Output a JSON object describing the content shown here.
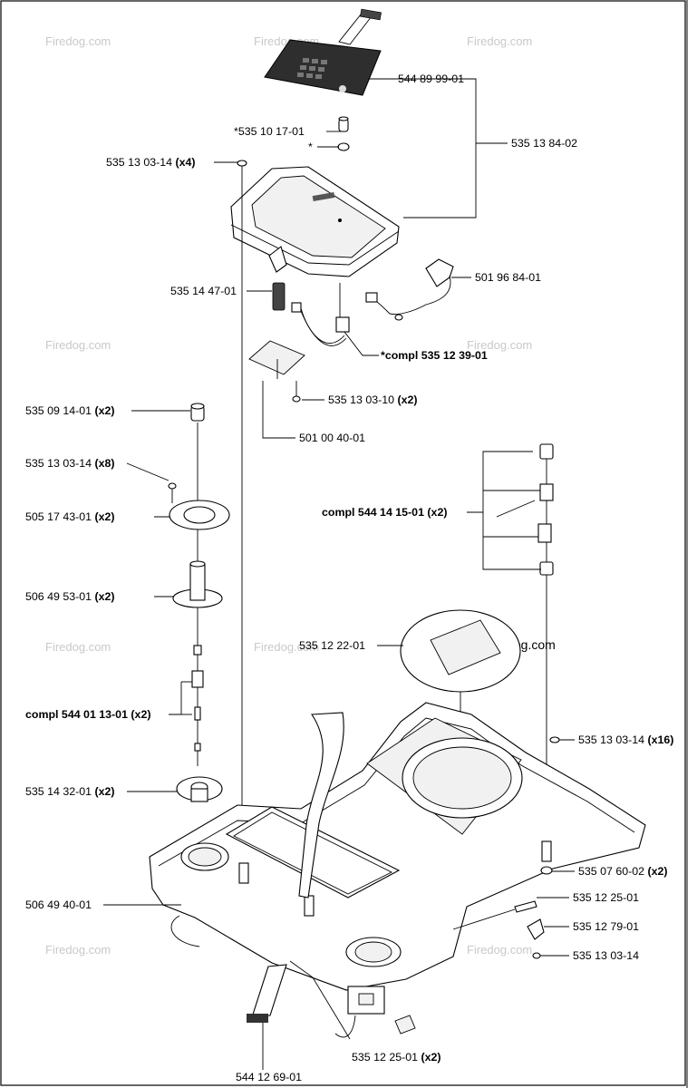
{
  "watermark": "Firedog.com",
  "callouts": {
    "keypad": "544 89 99-01",
    "knob": "*535 10 17-01",
    "knob_washer": "*",
    "cover_assembly": "535 13 84-02",
    "screw_top": "535 13 03-14",
    "screw_top_qty": "(x4)",
    "lever": "535 14 47-01",
    "sensor_bracket": "501 96 84-01",
    "cable_compl": "*compl 535 12 39-01",
    "screw_mid": "535 13 03-10",
    "screw_mid_qty": "(x2)",
    "pcb": "501 00 40-01",
    "cap": "535 09 14-01",
    "cap_qty": "(x2)",
    "screw_left": "535 13 03-14",
    "screw_left_qty": "(x8)",
    "seal_plate": "505 17 43-01",
    "seal_plate_qty": "(x2)",
    "sleeve": "506 49 53-01",
    "sleeve_qty": "(x2)",
    "shaft_compl": "compl 544 01 13-01",
    "shaft_compl_qty": "(x2)",
    "bushing_compl": "compl 544 14 15-01",
    "bushing_compl_qty": "(x2)",
    "hatch": "535 12 22-01",
    "screw_right": "535 13 03-14",
    "screw_right_qty": "(x16)",
    "bearing": "535 14 32-01",
    "bearing_qty": "(x2)",
    "washer": "535 07 60-02",
    "washer_qty": "(x2)",
    "chassis": "506 49 40-01",
    "clip": "535 12 25-01",
    "bracket_small": "535 12 79-01",
    "screw_bottom": "535 13 03-14",
    "ribbon": "544 12 69-01",
    "clip_bottom": "535 12 25-01",
    "clip_bottom_qty": "(x2)"
  }
}
